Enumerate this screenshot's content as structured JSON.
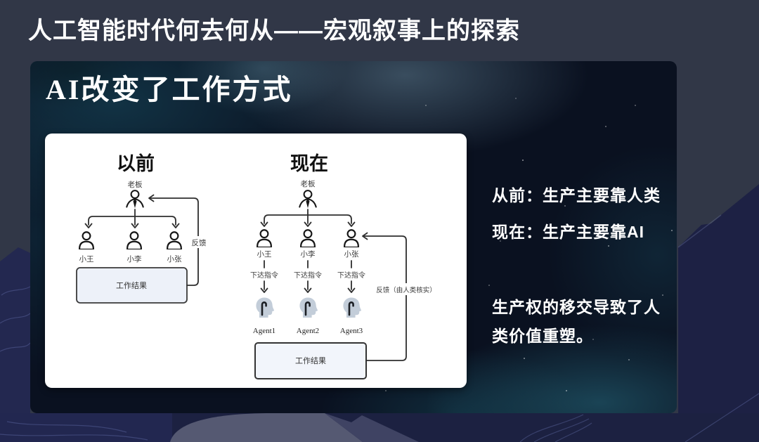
{
  "page": {
    "title": "人工智能时代何去何从——宏观叙事上的探索"
  },
  "slide": {
    "heading": "AI改变了工作方式",
    "diagram": {
      "before": {
        "heading": "以前",
        "boss": "老板",
        "members": [
          "小王",
          "小李",
          "小张"
        ],
        "result": "工作结果",
        "feedback": "反馈"
      },
      "now": {
        "heading": "现在",
        "boss": "老板",
        "members": [
          "小王",
          "小李",
          "小张"
        ],
        "command": "下达指令",
        "agents": [
          "Agent1",
          "Agent2",
          "Agent3"
        ],
        "result": "工作结果",
        "feedback": "反馈（由人类核实）"
      }
    },
    "notes": {
      "before_line": "从前：生产主要靠人类",
      "now_line": "现在：生产主要靠AI",
      "paragraph": "生产权的移交导致了人类价值重塑。"
    }
  },
  "colors": {
    "page_bg": "#313747",
    "mountain_dark": "#1d2144",
    "mountain_mid": "#3f4363",
    "mountain_light": "#555972",
    "slide_base": "#0a1120",
    "slide_teal": "#2b6a7c",
    "panel_bg": "#ffffff",
    "box_fill": "#edf1f9",
    "agent_head": "#c3cdd9",
    "diagram_ink": "#222222",
    "text_light": "#ffffff"
  }
}
